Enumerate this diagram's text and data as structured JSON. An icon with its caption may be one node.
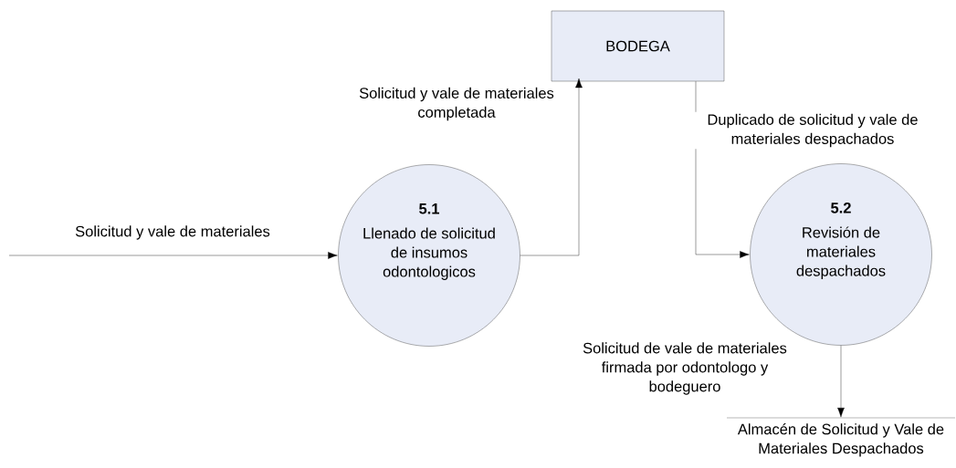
{
  "diagram": {
    "nodes": [
      {
        "text": [
          "5.1",
          "Llenado de solicitud de insumos odontologicos"
        ]
      },
      {
        "text": [
          "BODEGA"
        ]
      },
      {
        "text": [
          "5.2",
          "Revisión de materiales despachados"
        ]
      },
      {
        "text": [
          "Almacén de Solicitud y Vale de Materiales Despachados"
        ]
      }
    ],
    "edges": [
      {
        "from": null,
        "to": 0,
        "arrow": "to",
        "label": "Solicitud y vale de materiales"
      },
      {
        "from": 0,
        "to": 1,
        "arrow": "to",
        "label": "Solicitud y vale de materiales completada"
      },
      {
        "from": 1,
        "to": 2,
        "arrow": "to",
        "label": "Duplicado de solicitud y vale de materiales despachados"
      },
      {
        "from": 2,
        "to": 3,
        "arrow": "to",
        "label": "Solicitud de vale de materiales firmada por odontologo y bodeguero"
      }
    ]
  }
}
